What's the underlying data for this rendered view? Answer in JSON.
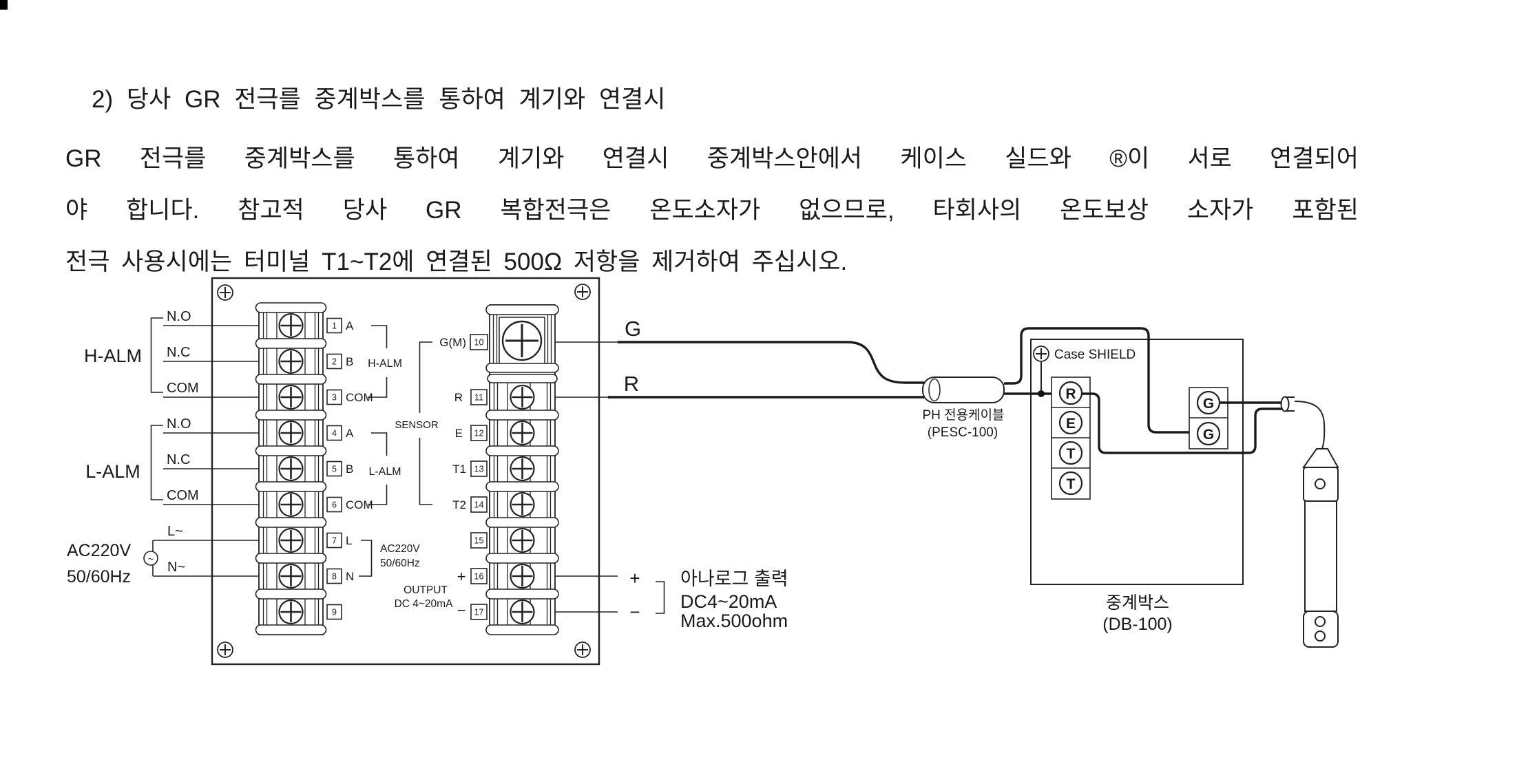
{
  "paragraph": {
    "line1": "2) 당사 GR 전극를 중계박스를 통하여 계기와 연결시",
    "line2": "GR 전극를 중계박스를 통하여 계기와 연결시 중계박스안에서 케이스 실드와 ®이 서로 연결되어",
    "line3": "야 합니다.  참고적 당사 GR 복합전극은 온도소자가 없으므로, 타회사의 온도보상 소자가 포함된",
    "line4": "전극 사용시에는 터미널 T1~T2에 연결된 500Ω 저항을 제거하여 주십시오."
  },
  "meter": {
    "left_groups": [
      {
        "name": "H-ALM",
        "lines": [
          "N.O",
          "N.C",
          "COM"
        ]
      },
      {
        "name": "L-ALM",
        "lines": [
          "N.O",
          "N.C",
          "COM"
        ]
      }
    ],
    "power": {
      "name": "AC220V",
      "freq": "50/60Hz",
      "lines": [
        "L~",
        "N~"
      ],
      "symbol": "~"
    },
    "terminal_numbers_left": [
      "1",
      "2",
      "3",
      "4",
      "5",
      "6",
      "7",
      "8",
      "9"
    ],
    "terminal_letters_left": [
      "A",
      "B",
      "COM",
      "A",
      "B",
      "COM",
      "L",
      "N",
      ""
    ],
    "bracket_h": "H-ALM",
    "bracket_l": "L-ALM",
    "bracket_ac1": "AC220V",
    "bracket_ac2": "50/60Hz",
    "sensor_label": "SENSOR",
    "output_label1": "OUTPUT",
    "output_label2": "DC 4~20mA",
    "terminal_numbers_right": [
      "10",
      "11",
      "12",
      "13",
      "14",
      "15",
      "16",
      "17"
    ],
    "terminal_letters_right": [
      "G(M)",
      "R",
      "E",
      "T1",
      "T2",
      "",
      "+",
      "−"
    ]
  },
  "wires": {
    "g": "G",
    "r": "R"
  },
  "cable": {
    "name": "PH 전용케이블",
    "model": "(PESC-100)"
  },
  "analog": {
    "plus": "+",
    "minus": "−",
    "line1": "아나로그 출력",
    "line2": "DC4~20mA",
    "line3": "Max.500ohm"
  },
  "relay": {
    "shield": "Case SHIELD",
    "terminals": [
      "R",
      "E",
      "T",
      "T"
    ],
    "grounds": [
      "G",
      "G"
    ],
    "name": "중계박스",
    "model": "(DB-100)"
  }
}
